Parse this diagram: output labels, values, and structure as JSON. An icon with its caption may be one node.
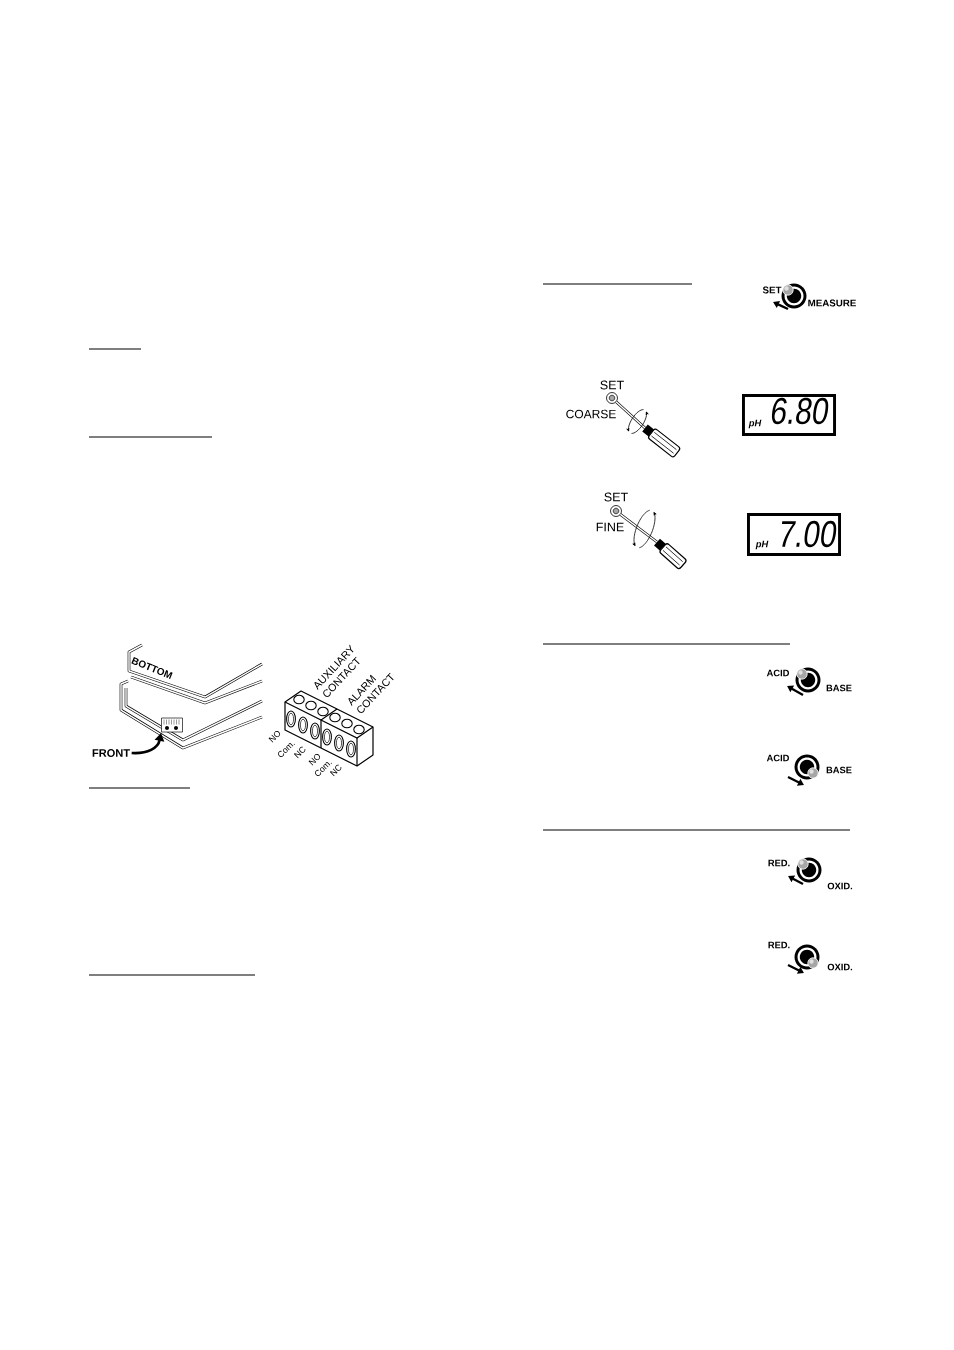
{
  "diagram": {
    "nodes": [
      {
        "text": [
          "FRONT"
        ]
      },
      {
        "text": [],
        "shape": "picture"
      },
      {
        "text": [
          "pH",
          "6.80"
        ]
      },
      {
        "text": [
          "pH",
          "7.00"
        ]
      }
    ],
    "edges": [
      {
        "from": 0,
        "to": 1,
        "arrow": "to"
      }
    ],
    "labels": [
      "BOTTOM",
      "AUXILIARY CONTACT",
      "ALARM CONTACT",
      "NO",
      "Com.",
      "NC",
      "NO",
      "Com.",
      "NC",
      "SET",
      "MEASURE",
      "SET",
      "COARSE",
      "SET",
      "FINE",
      "ACID",
      "BASE",
      "ACID",
      "BASE",
      "RED.",
      "OXID.",
      "RED.",
      "OXID."
    ]
  }
}
